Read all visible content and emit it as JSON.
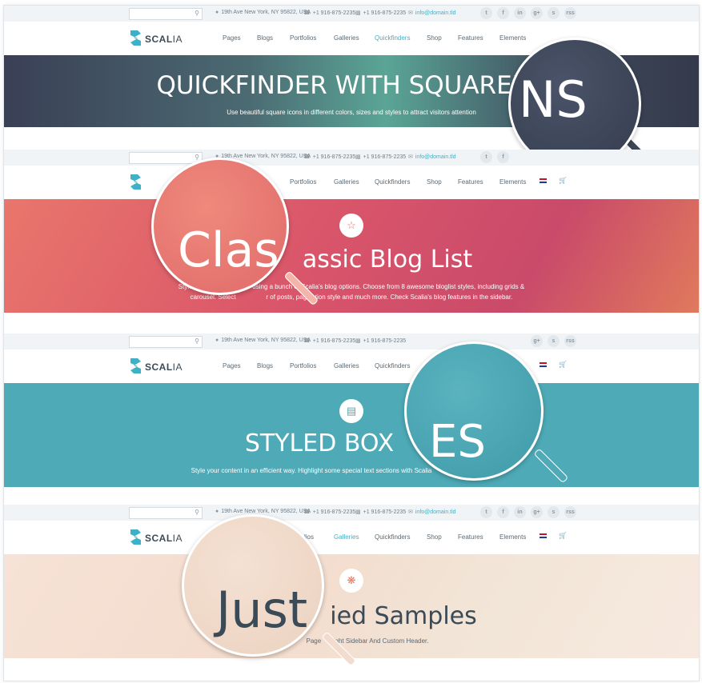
{
  "header": {
    "address": "19th Ave New York, NY 95822, USA",
    "phone": "+1 916-875-2235",
    "fax": "+1 916-875-2235",
    "email": "info@domain.tld",
    "search_icon": "search-icon",
    "social_icons": [
      "twitter-icon",
      "facebook-icon",
      "linkedin-icon",
      "googleplus-icon",
      "stumbleupon-icon",
      "rss-icon"
    ],
    "social_glyphs": [
      "t",
      "f",
      "in",
      "g+",
      "s",
      "rss"
    ]
  },
  "logo": {
    "bold": "SCAL",
    "light": "IA"
  },
  "nav": [
    "Pages",
    "Blogs",
    "Portfolios",
    "Galleries",
    "Quickfinders",
    "Shop",
    "Features",
    "Elements"
  ],
  "colors": {
    "accent": "#3fb1c6",
    "teal_banner": "#4eaab7",
    "coral_banner": "#d45d6a",
    "dark_banner": "#3b4555"
  },
  "sections": [
    {
      "active_nav": "Quickfinders",
      "title": "QUICKFINDER WITH SQUARED I",
      "subtitle": "Use beautiful square icons in different colors, sizes and styles to attract visitors attention",
      "lens_text": "NS"
    },
    {
      "active_nav": "",
      "icon": "star-icon",
      "title": "assic Blog List",
      "subtitle_line1": "Style & publish y",
      "subtitle_line1b": "using a bunch of Scalia's blog options. Choose from 8 awesome bloglist styles, including grids &",
      "subtitle_line2": "carousel. Select",
      "subtitle_line2b": "r of posts, pagination style and much more. Check Scalia's blog features in the sidebar.",
      "lens_text": "Clas"
    },
    {
      "active_nav": "",
      "icon": "id-card-icon",
      "title": "STYLED BOX",
      "subtitle": "Style your content in an efficient way. Highlight some special text sections with Scalia",
      "lens_text": "ES"
    },
    {
      "active_nav": "Galleries",
      "icon": "spiral-icon",
      "title": "ied Samples",
      "subtitle": "Page",
      "subtitle_b": "ight Sidebar And Custom Header.",
      "lens_text": "Just",
      "nav_partial": "lios"
    }
  ]
}
